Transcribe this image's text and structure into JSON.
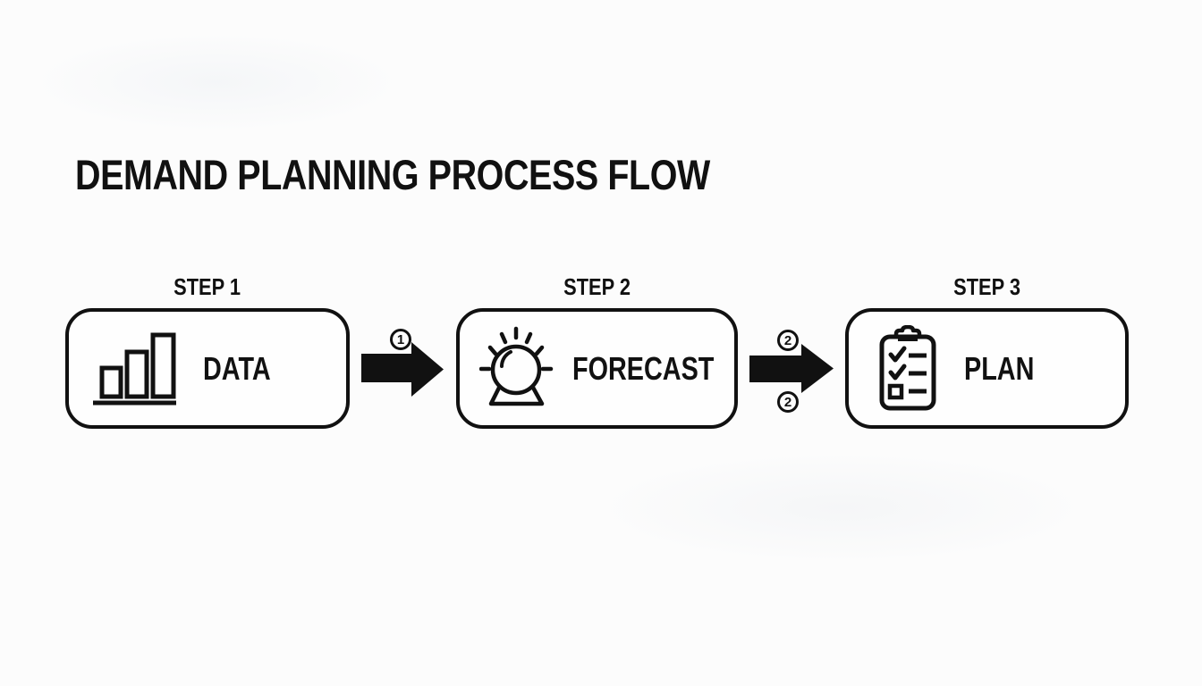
{
  "title": "DEMAND PLANNING PROCESS FLOW",
  "colors": {
    "ink": "#111111",
    "background": "#fcfcfc"
  },
  "flow": {
    "steps": [
      {
        "step_label": "STEP 1",
        "box_label": "DATA",
        "icon": "bar-chart-icon"
      },
      {
        "step_label": "STEP 2",
        "box_label": "FORECAST",
        "icon": "crystal-ball-icon"
      },
      {
        "step_label": "STEP 3",
        "box_label": "PLAN",
        "icon": "clipboard-checklist-icon"
      }
    ],
    "arrows": [
      {
        "badges": [
          "1"
        ]
      },
      {
        "badges": [
          "2",
          "2"
        ]
      }
    ]
  }
}
